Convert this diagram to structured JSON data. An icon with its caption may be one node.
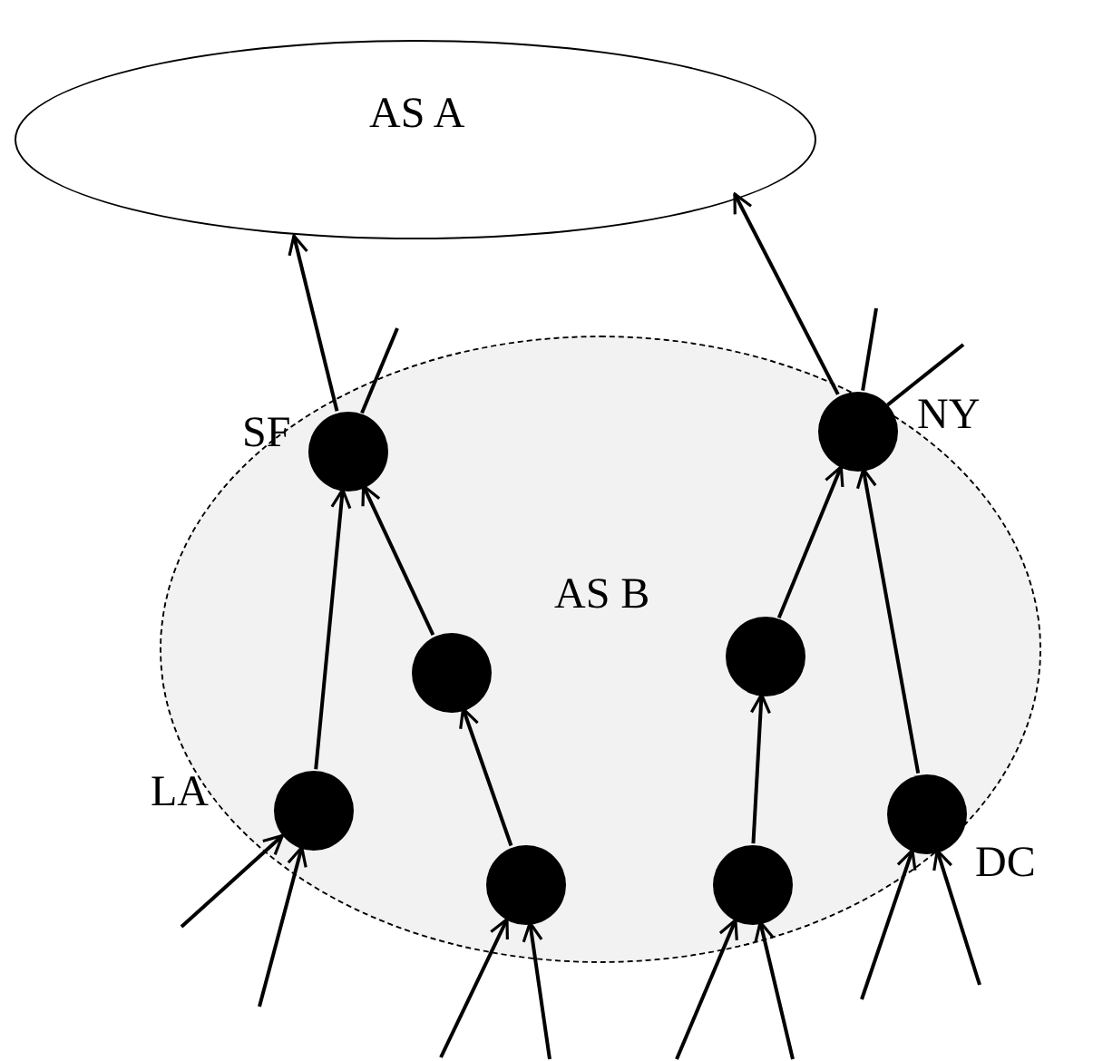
{
  "diagram": {
    "nodes": [
      {
        "text": [
          "AS A"
        ]
      },
      {
        "text": [
          "AS B"
        ]
      },
      {
        "text": [],
        "shape": "circle",
        "in": 1,
        "beside": [
          "SF"
        ]
      },
      {
        "text": [],
        "shape": "circle",
        "in": 1,
        "beside": [
          "NY"
        ]
      },
      {
        "text": [],
        "shape": "circle",
        "in": 1
      },
      {
        "text": [],
        "shape": "circle",
        "in": 1
      },
      {
        "text": [],
        "shape": "circle",
        "in": 1,
        "beside": [
          "LA"
        ]
      },
      {
        "text": [],
        "shape": "circle",
        "in": 1
      },
      {
        "text": [],
        "shape": "circle",
        "in": 1
      },
      {
        "text": [],
        "shape": "circle",
        "in": 1,
        "beside": [
          "DC"
        ]
      }
    ],
    "edges": [
      {
        "from": 2,
        "to": 0,
        "arrow": "to"
      },
      {
        "from": 2,
        "to": null,
        "arrow": "none"
      },
      {
        "from": 3,
        "to": 0,
        "arrow": "to"
      },
      {
        "from": 3,
        "to": null,
        "arrow": "none"
      },
      {
        "from": 3,
        "to": null,
        "arrow": "none"
      },
      {
        "from": 6,
        "to": 2,
        "arrow": "to"
      },
      {
        "from": 4,
        "to": 2,
        "arrow": "to"
      },
      {
        "from": 7,
        "to": 4,
        "arrow": "to"
      },
      {
        "from": 5,
        "to": 3,
        "arrow": "to"
      },
      {
        "from": 9,
        "to": 3,
        "arrow": "to"
      },
      {
        "from": 8,
        "to": 5,
        "arrow": "to"
      },
      {
        "from": null,
        "to": 6,
        "arrow": "to"
      },
      {
        "from": null,
        "to": 6,
        "arrow": "to"
      },
      {
        "from": null,
        "to": 7,
        "arrow": "to"
      },
      {
        "from": null,
        "to": 7,
        "arrow": "to"
      },
      {
        "from": null,
        "to": 8,
        "arrow": "to"
      },
      {
        "from": null,
        "to": 8,
        "arrow": "to"
      },
      {
        "from": null,
        "to": 9,
        "arrow": "to"
      },
      {
        "from": null,
        "to": 9,
        "arrow": "to"
      }
    ]
  }
}
